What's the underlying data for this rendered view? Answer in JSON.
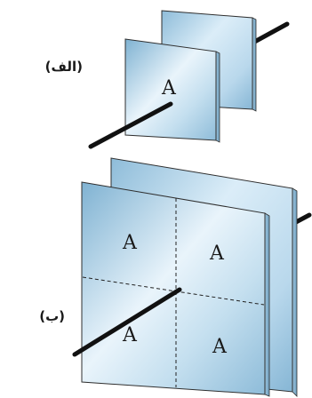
{
  "figure": {
    "part_a_label": "(الف)",
    "part_b_label": "(ب)",
    "small_capacitor_plate_label": "A",
    "large_capacitor_quadrant_labels": [
      "A",
      "A",
      "A",
      "A"
    ]
  },
  "colors": {
    "plate_light": "#e4f1fa",
    "plate_mid": "#b6d6ea",
    "plate_dark": "#84b5d4",
    "plate_edge": "#2f2f2f",
    "wire": "#111111"
  }
}
